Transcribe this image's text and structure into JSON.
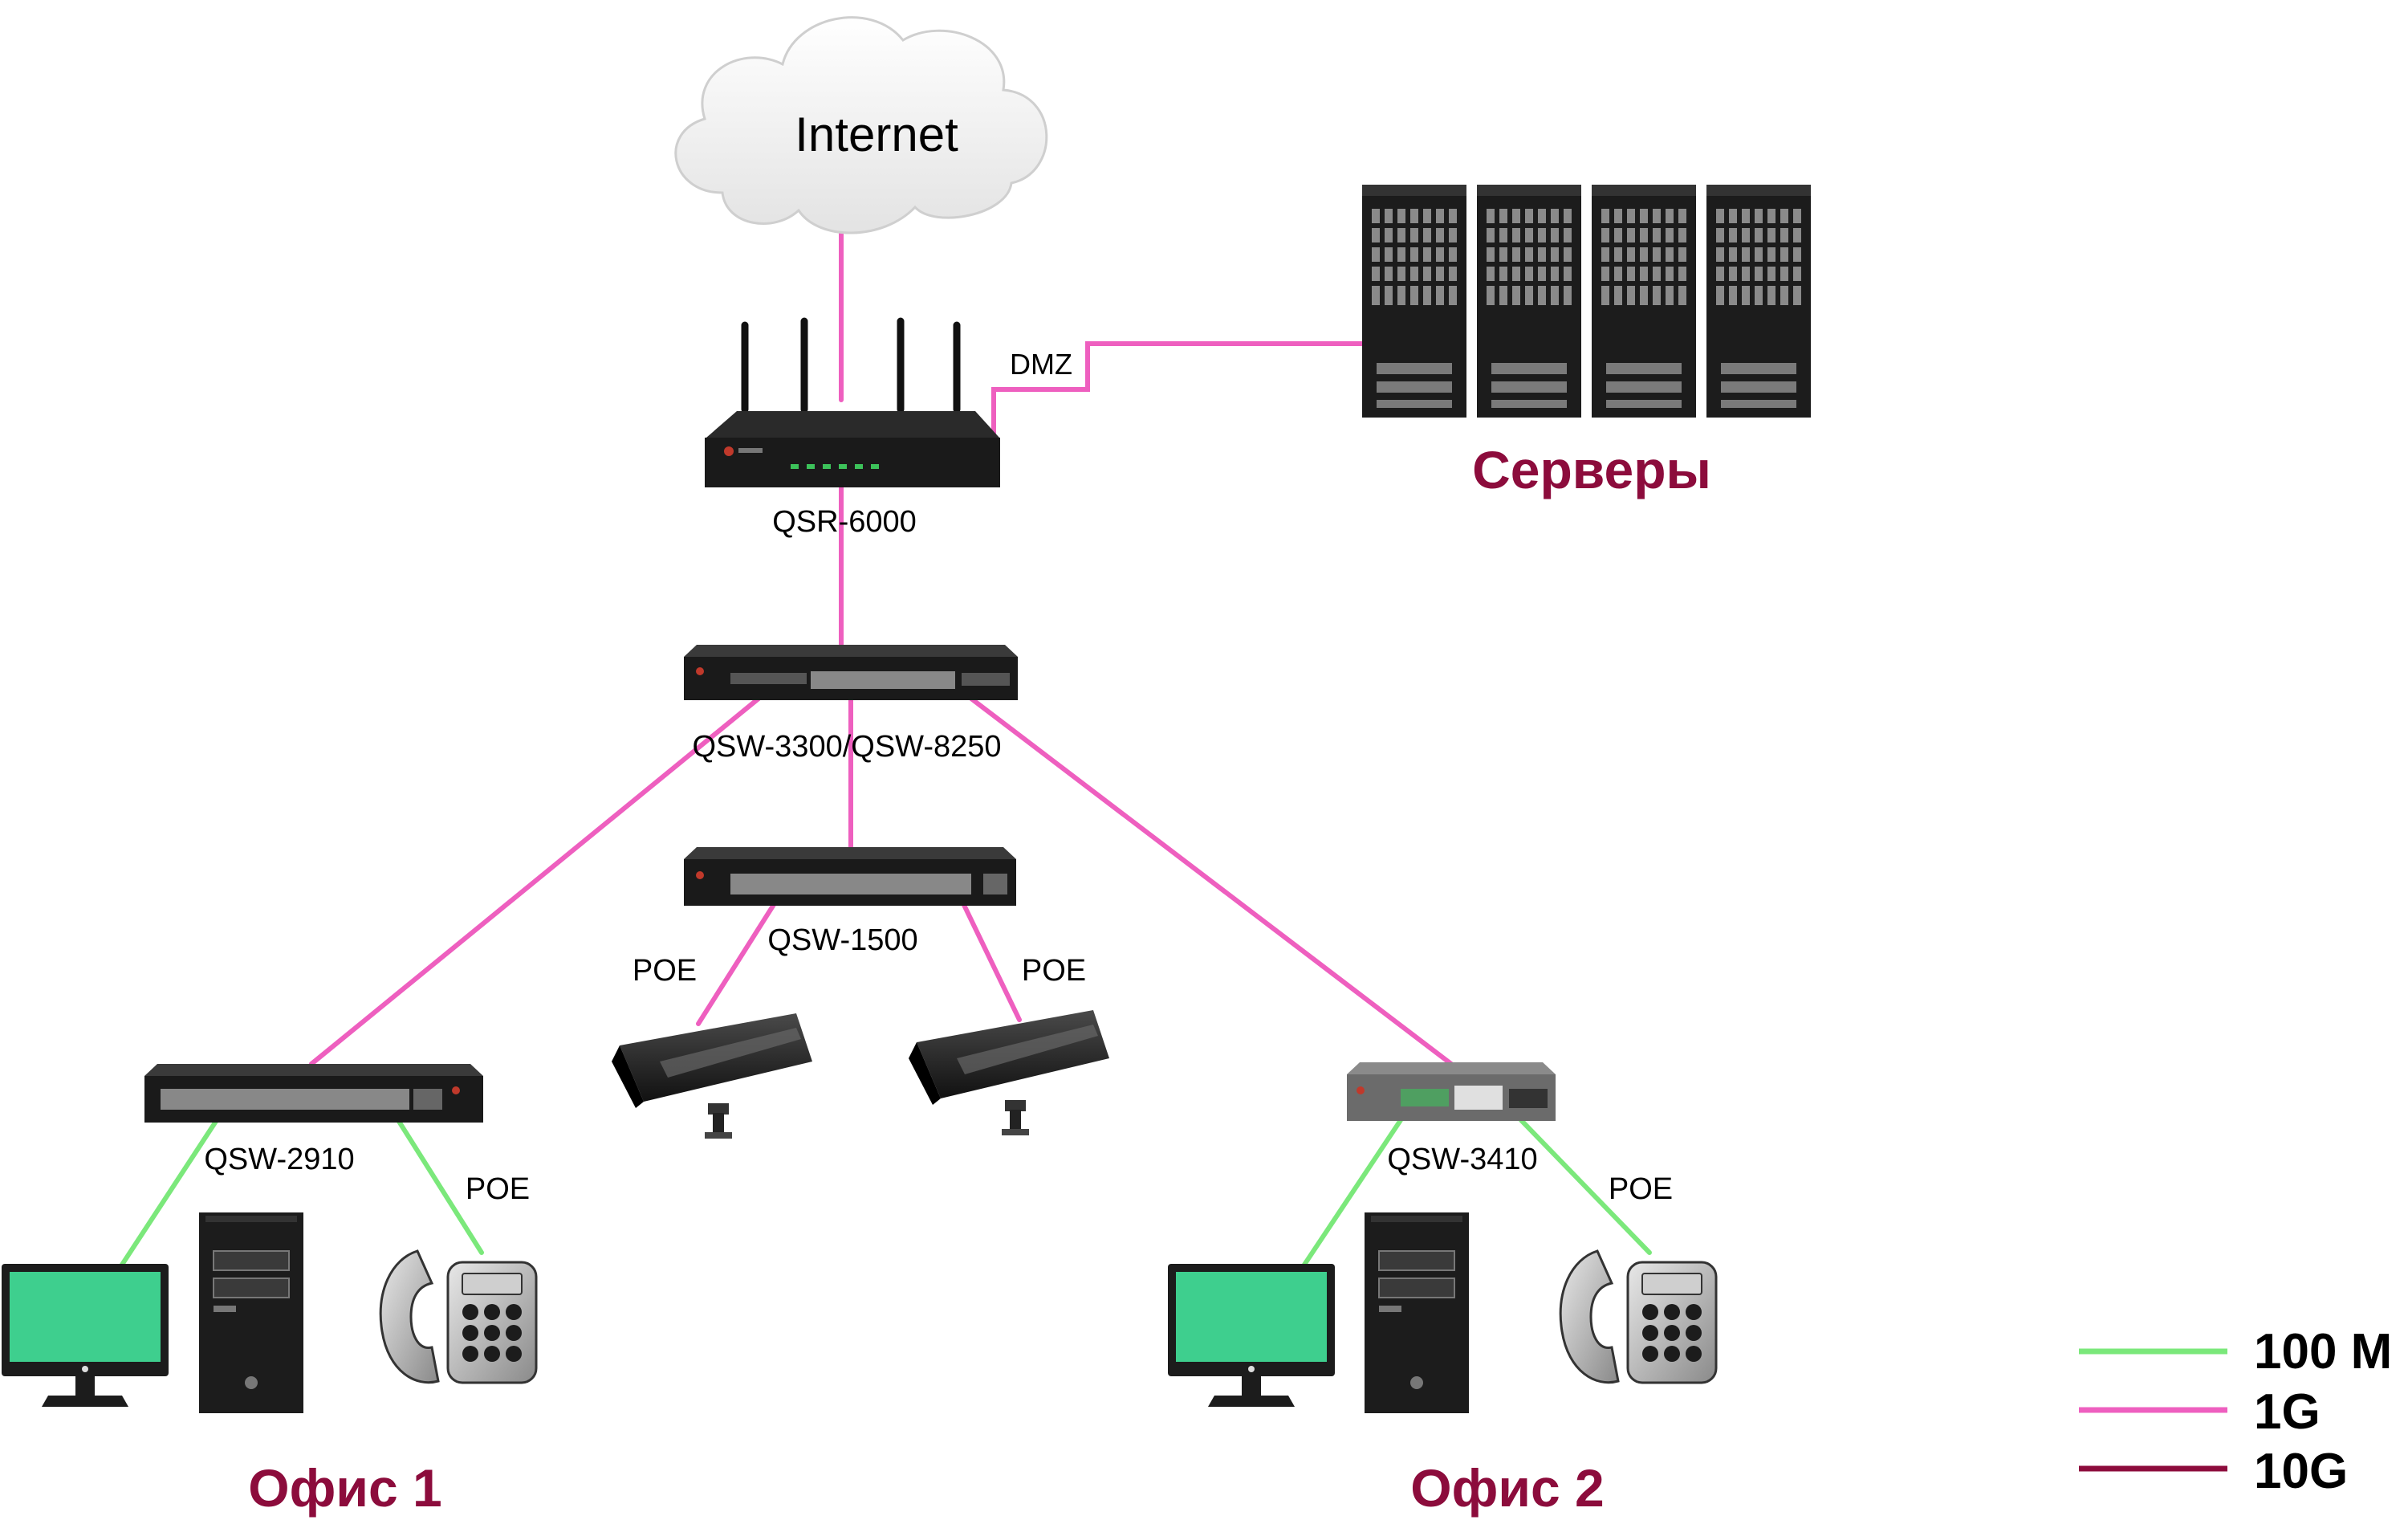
{
  "nodes": {
    "internet": "Internet",
    "router": "QSR-6000",
    "dmz": "DMZ",
    "servers": "Серверы",
    "core_switch": "QSW-3300/QSW-8250",
    "access_switch_center": "QSW-1500",
    "office1_switch": "QSW-2910",
    "office2_switch": "QSW-3410",
    "office1": "Офис 1",
    "office2": "Офис 2"
  },
  "poe_label": "POE",
  "legend": [
    {
      "label": "100 M",
      "color": "#7be87b"
    },
    {
      "label": "1G",
      "color": "#ee5fbf"
    },
    {
      "label": "10G",
      "color": "#8c0c3c"
    }
  ],
  "colors": {
    "link_100m": "#7be87b",
    "link_1g": "#ee5fbf",
    "link_10g": "#8c0c3c",
    "group_label": "#8c0c3c",
    "monitor_screen": "#3ecf8e"
  }
}
